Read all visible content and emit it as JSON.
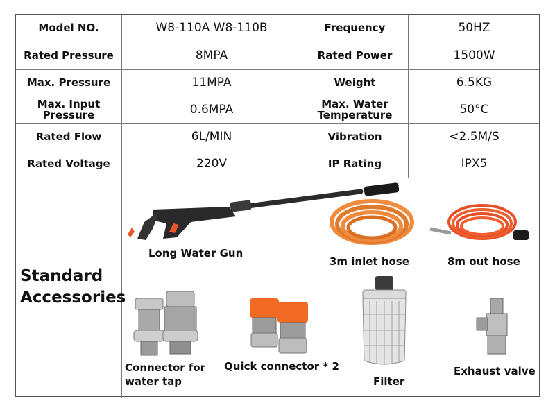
{
  "specs": [
    {
      "label_a": "Model NO.",
      "value_a": "W8-110A W8-110B",
      "label_b": "Frequency",
      "value_b": "50HZ"
    },
    {
      "label_a": "Rated Pressure",
      "value_a": "8MPA",
      "label_b": "Rated Power",
      "value_b": "1500W"
    },
    {
      "label_a": "Max. Pressure",
      "value_a": "11MPA",
      "label_b": "Weight",
      "value_b": "6.5KG"
    },
    {
      "label_a": "Max. Input Pressure",
      "value_a": "0.6MPA",
      "label_b": "Max. Water Temperature",
      "value_b": "50°C"
    },
    {
      "label_a": "Rated Flow",
      "value_a": "6L/MIN",
      "label_b": "Vibration",
      "value_b": "<2.5M/S"
    },
    {
      "label_a": "Rated Voltage",
      "value_a": "220V",
      "label_b": "IP Rating",
      "value_b": "IPX5"
    }
  ],
  "accessories": {
    "title_line1": "Standard",
    "title_line2": "Accessories",
    "items": {
      "gun": "Long Water Gun",
      "inlet_hose": "3m inlet hose",
      "out_hose": "8m out hose",
      "tap_connector_line1": "Connector for",
      "tap_connector_line2": "water tap",
      "quick_connector": "Quick connector * 2",
      "filter": "Filter",
      "exhaust_valve": "Exhaust valve"
    }
  }
}
